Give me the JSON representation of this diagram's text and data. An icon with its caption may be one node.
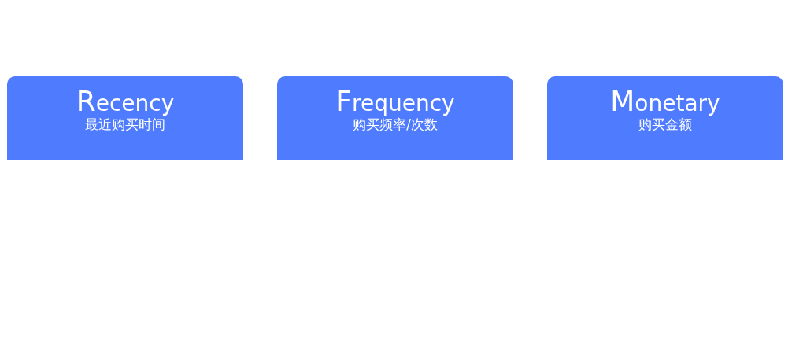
{
  "diagram": {
    "nodes": [
      {
        "text": [
          "Recency",
          "最近购买时间"
        ]
      },
      {
        "text": [
          "Frequency",
          "购买频率/次数"
        ]
      },
      {
        "text": [
          "Monetary",
          "购买金额"
        ]
      }
    ]
  }
}
